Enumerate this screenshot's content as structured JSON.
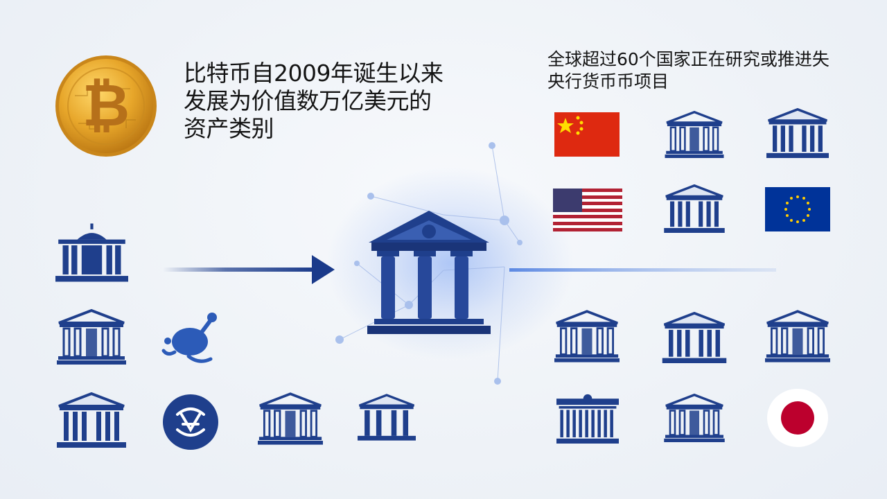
{
  "left_text": {
    "line1": "比特币自2009年诞生以来",
    "line2": "发展为价值数万亿美元的",
    "line3": "资产类别"
  },
  "right_text": {
    "line1": "全球超过60个国家正在研究或推进失",
    "line2": "央行货币币项目"
  },
  "colors": {
    "bank_blue": "#1f3f8c",
    "arrow_blue": "#1a3a8a",
    "coin_gold": "#e0a020",
    "glow_blue": "#5a8cf0",
    "china_red": "#de2910",
    "japan_red": "#bc002d",
    "eu_blue": "#003399"
  },
  "icons": {
    "coin": "bitcoin-coin-icon",
    "center": "central-bank-icon",
    "flags": [
      "china-flag-icon",
      "usa-flag-icon",
      "eu-flag-icon",
      "japan-flag-icon"
    ]
  }
}
